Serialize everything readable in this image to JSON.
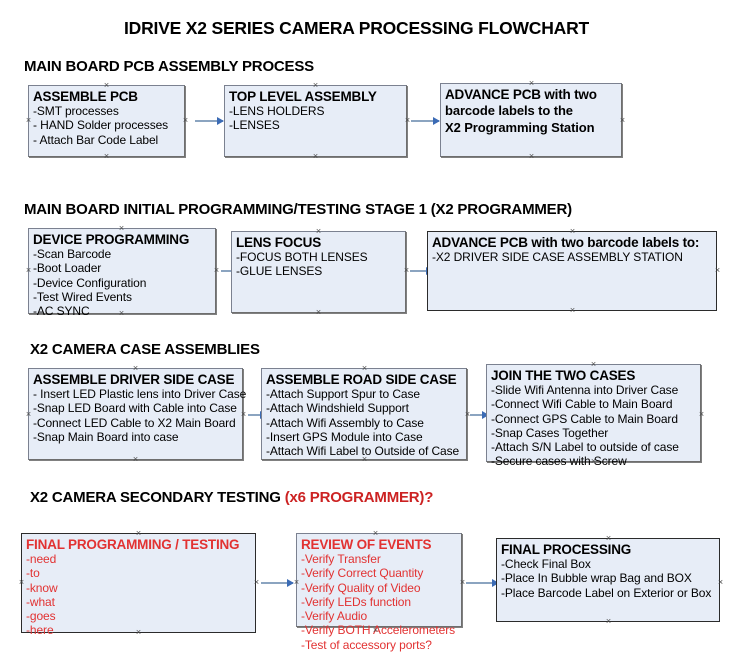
{
  "title": "IDRIVE X2  SERIES CAMERA PROCESSING FLOWCHART",
  "sections": [
    {
      "heading": "MAIN BOARD PCB ASSEMBLY PROCESS",
      "heading_red": "",
      "nodes": [
        {
          "header": "ASSEMBLE PCB",
          "lines": [
            "-SMT processes",
            "- HAND Solder processes",
            "- Attach Bar Code Label"
          ]
        },
        {
          "header": "TOP LEVEL ASSEMBLY",
          "lines": [
            "-LENS HOLDERS",
            "-LENSES"
          ]
        },
        {
          "header": "ADVANCE PCB with two",
          "lines": [
            "barcode labels to the",
            " X2 Programming Station"
          ]
        }
      ]
    },
    {
      "heading": "MAIN BOARD INITIAL PROGRAMMING/TESTING STAGE 1 (X2 PROGRAMMER)",
      "heading_red": "",
      "nodes": [
        {
          "header": "DEVICE PROGRAMMING",
          "lines": [
            "-Scan Barcode",
            "-Boot Loader",
            "-Device Configuration",
            "-Test Wired Events",
            "-AC SYNC"
          ]
        },
        {
          "header": "LENS FOCUS",
          "lines": [
            "-FOCUS BOTH LENSES",
            "-GLUE LENSES"
          ]
        },
        {
          "header": "ADVANCE PCB with two barcode labels to:",
          "lines": [
            "-X2 DRIVER  SIDE  CASE  ASSEMBLY STATION"
          ]
        }
      ]
    },
    {
      "heading": "X2 CAMERA CASE ASSEMBLIES",
      "heading_red": "",
      "nodes": [
        {
          "header": "ASSEMBLE DRIVER SIDE CASE",
          "lines": [
            "- Insert LED Plastic lens into Driver Case",
            "-Snap LED Board with Cable into Case",
            "-Connect LED Cable to X2 Main Board",
            "-Snap Main Board into case"
          ]
        },
        {
          "header": "ASSEMBLE ROAD SIDE CASE",
          "lines": [
            "-Attach Support Spur to Case",
            "-Attach Windshield Support",
            "-Attach Wifi Assembly to Case",
            "-Insert GPS Module into Case",
            "-Attach Wifi Label to Outside of Case"
          ]
        },
        {
          "header": "JOIN THE TWO CASES",
          "lines": [
            "-Slide Wifi Antenna into Driver Case",
            "-Connect Wifi Cable to Main Board",
            "-Connect GPS Cable to Main Board",
            "-Snap Cases Together",
            "-Attach S/N Label to outside of case",
            "-Secure cases with Screw"
          ]
        }
      ]
    },
    {
      "heading": "X2 CAMERA SECONDARY TESTING ",
      "heading_red": "(x6 PROGRAMMER)?",
      "nodes": [
        {
          "header": "FINAL PROGRAMMING / TESTING",
          "lines": [
            "-need",
            "-to",
            "-know",
            "-what",
            "-goes",
            "-here"
          ]
        },
        {
          "header": "REVIEW OF EVENTS",
          "lines": [
            "-Verify Transfer",
            "-Verify Correct Quantity",
            "-Verify Quality of Video",
            "-Verify LEDs function",
            "-Verify Audio",
            "-Verify BOTH Accelerometers",
            "-Test of accessory ports?"
          ]
        },
        {
          "header": "FINAL PROCESSING",
          "lines": [
            " -Check Final Box",
            "-Place In Bubble wrap Bag and BOX",
            "-Place Barcode Label on Exterior or Box"
          ]
        }
      ]
    }
  ],
  "colors": {
    "node_fill": "#e7edf7",
    "node_border": "#7b8190",
    "connector": "#8ba4c0",
    "arrowhead": "#3b6bb5",
    "red_text": "#e23232",
    "heading_red": "#cc2222"
  }
}
